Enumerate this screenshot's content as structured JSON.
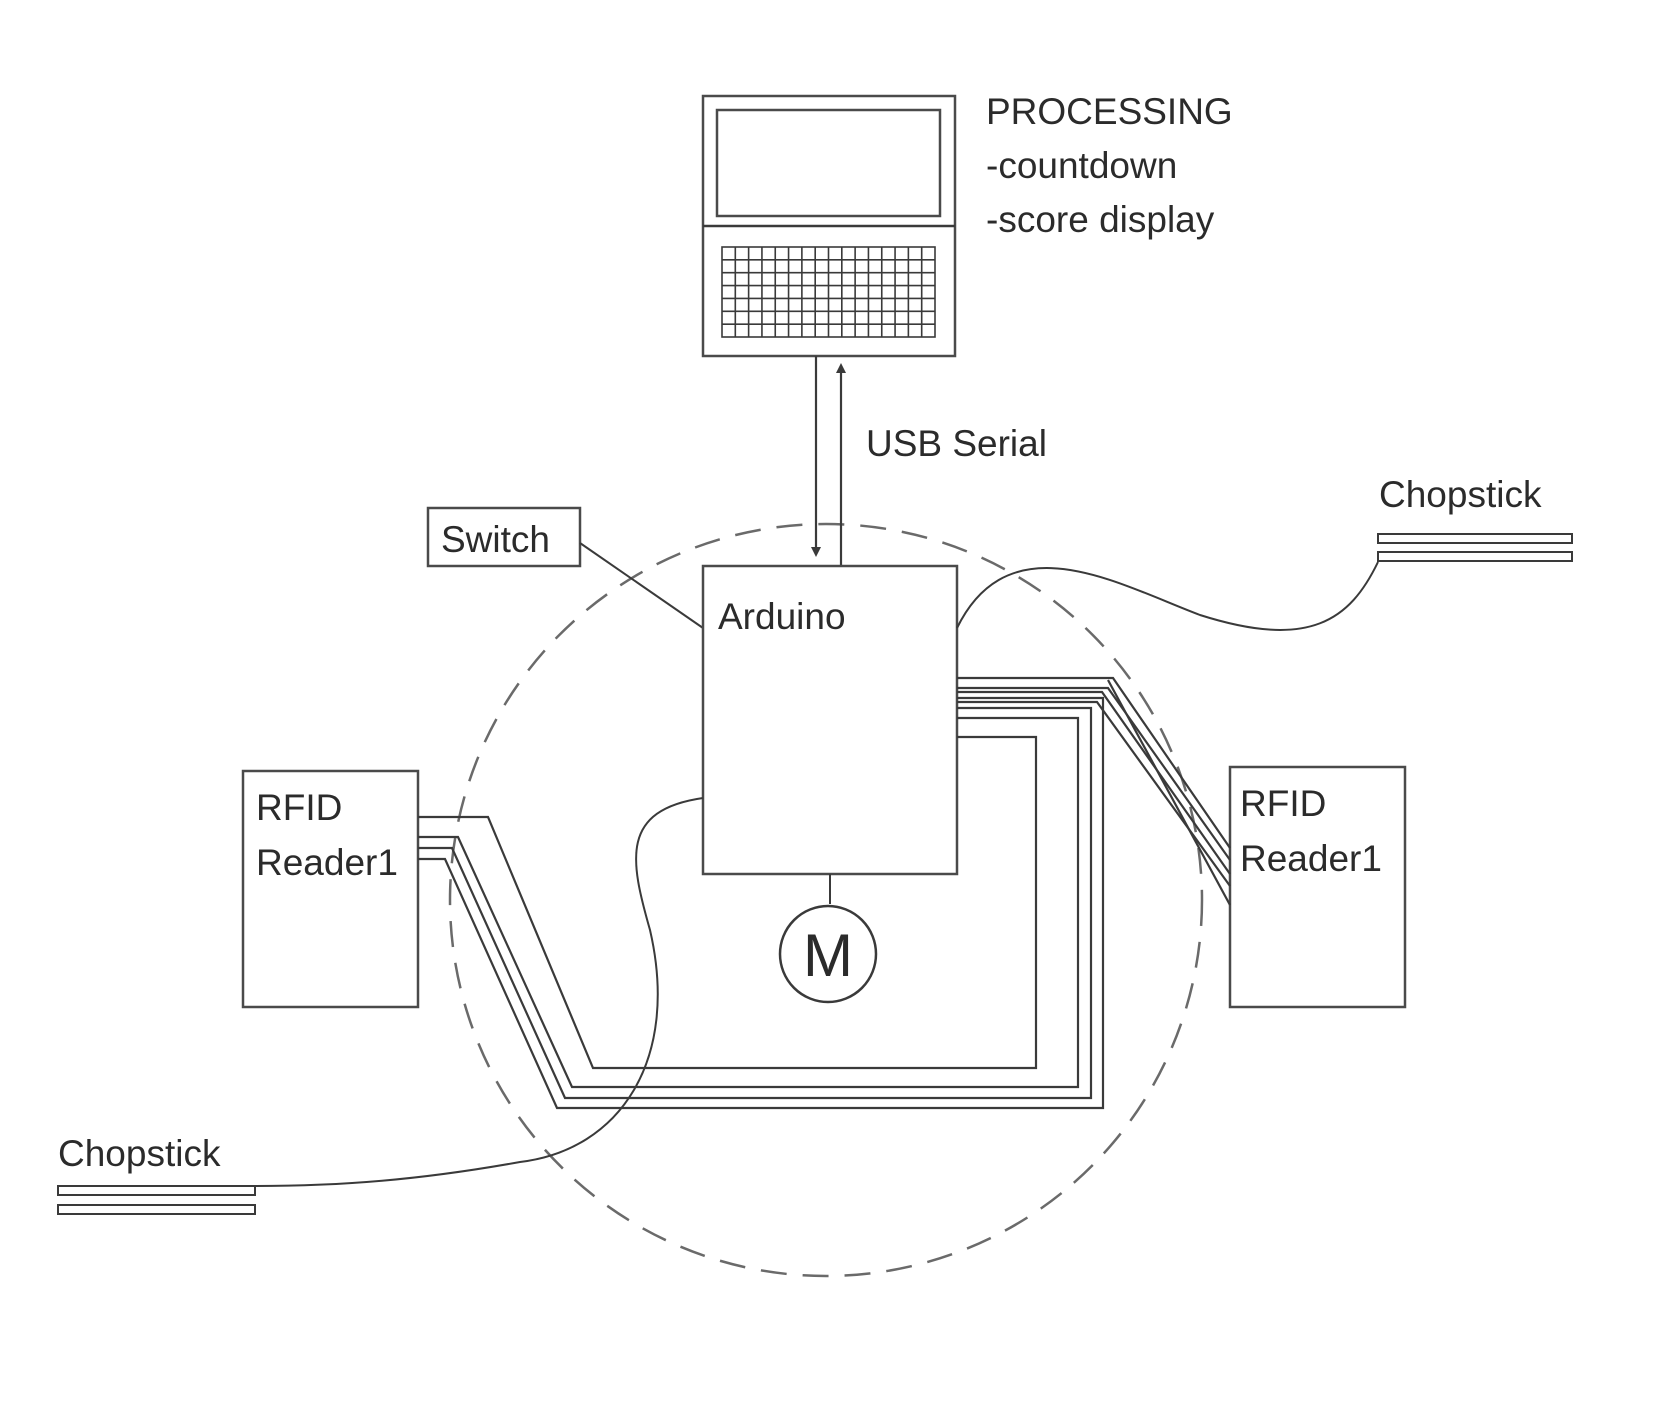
{
  "processing": {
    "title": "PROCESSING",
    "items": [
      "-countdown",
      "-score display"
    ]
  },
  "link_label": "USB Serial",
  "switch_label": "Switch",
  "arduino_label": "Arduino",
  "motor_label": "M",
  "rfid_left": {
    "line1": "RFID",
    "line2": "Reader1"
  },
  "rfid_right": {
    "line1": "RFID",
    "line2": "Reader1"
  },
  "chopstick_right_label": "Chopstick",
  "chopstick_left_label": "Chopstick",
  "colors": {
    "line": "#3a3a3a",
    "dashed_circle": "#6a6a6a",
    "text": "#2b2b2b"
  }
}
